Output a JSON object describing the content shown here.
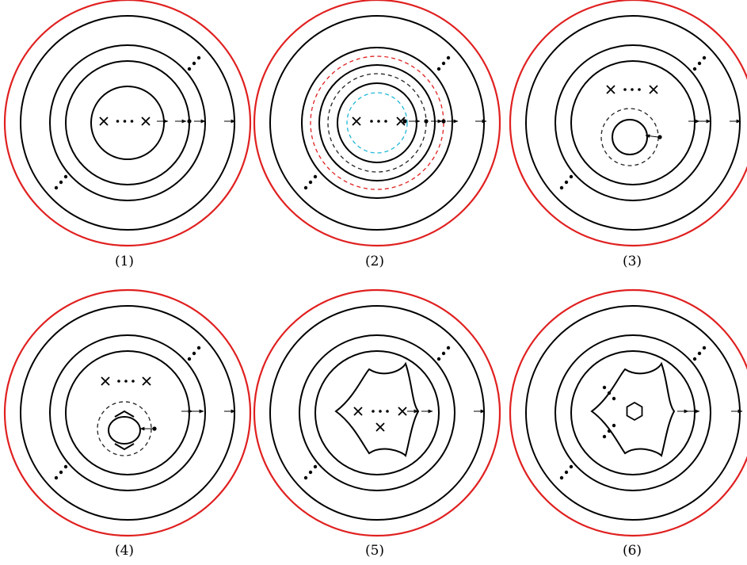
{
  "colors": {
    "outer_circle": "#e02020",
    "curve": "#000000",
    "dashed_red": "#e02020",
    "dashed_black": "#222222",
    "dashed_cyan": "#20b8d8"
  },
  "icons": {
    "marked_point": "cross-icon",
    "ellipsis": "dots-icon",
    "direction": "arrow-icon"
  },
  "panels": [
    {
      "label": "(1)"
    },
    {
      "label": "(2)"
    },
    {
      "label": "(3)"
    },
    {
      "label": "(4)"
    },
    {
      "label": "(5)"
    },
    {
      "label": "(6)"
    }
  ]
}
